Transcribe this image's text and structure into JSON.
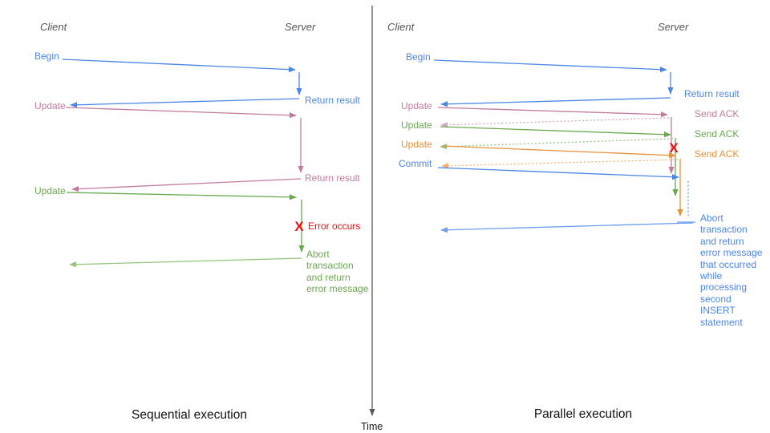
{
  "diagram": {
    "left": {
      "title": "Sequential execution",
      "client": "Client",
      "server": "Server",
      "begin": "Begin",
      "return_result_1": "Return result",
      "update_1": "Update",
      "return_result_2": "Return result",
      "update_2": "Update",
      "error_mark": "X",
      "error_label": "Error occurs",
      "abort_lines": [
        "Abort",
        "transaction",
        "and return",
        "error message"
      ]
    },
    "right": {
      "title": "Parallel execution",
      "client": "Client",
      "server": "Server",
      "begin": "Begin",
      "return_result": "Return result",
      "update_1": "Update",
      "send_ack_1": "Send ACK",
      "update_2": "Update",
      "send_ack_2": "Send ACK",
      "update_3": "Update",
      "send_ack_3": "Send ACK",
      "commit": "Commit",
      "error_mark": "X",
      "abort_lines": [
        "Abort",
        "transaction",
        "and return",
        "error message",
        "that occurred",
        "while",
        "processing",
        "second",
        "INSERT",
        "statement"
      ]
    },
    "time_label": "Time"
  },
  "colors": {
    "blue": "#4a86e8",
    "blue_light": "#6d9eeb",
    "pink": "#c27ba0",
    "pink_light": "#d5a6bd",
    "green": "#6aa84f",
    "green_light": "#93c47d",
    "orange": "#e69138",
    "orange_light": "#f6b26b",
    "red": "#ef0e0e",
    "axis_gray": "#595959"
  }
}
